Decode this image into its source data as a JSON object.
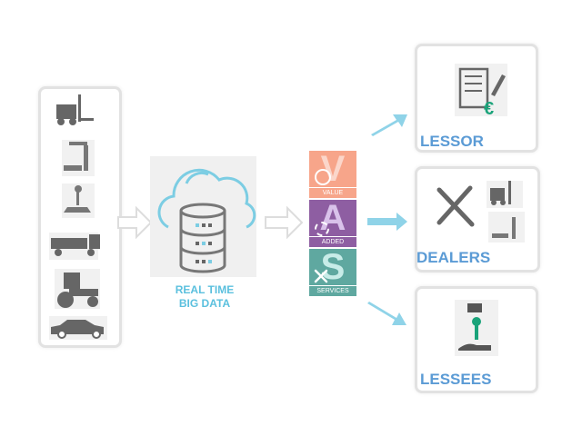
{
  "sources": {
    "icons": [
      "forklift-icon",
      "robot-arm-icon",
      "dental-chair-icon",
      "truck-icon",
      "tractor-icon",
      "car-icon"
    ]
  },
  "bigdata": {
    "line1": "REAL TIME",
    "line2": "BIG DATA"
  },
  "vas": [
    {
      "letter": "V",
      "label": "VALUE",
      "color": "#f7a58a"
    },
    {
      "letter": "A",
      "label": "ADDED",
      "color": "#8e5ea2"
    },
    {
      "letter": "S",
      "label": "SERVICES",
      "color": "#5fa8a0"
    }
  ],
  "destinations": [
    {
      "label": "LESSOR"
    },
    {
      "label": "DEALERS"
    },
    {
      "label": "LESSEES"
    }
  ],
  "colors": {
    "accent": "#5bc0de",
    "dest": "#5b9bd5",
    "arrow": "#8fd3e8"
  }
}
